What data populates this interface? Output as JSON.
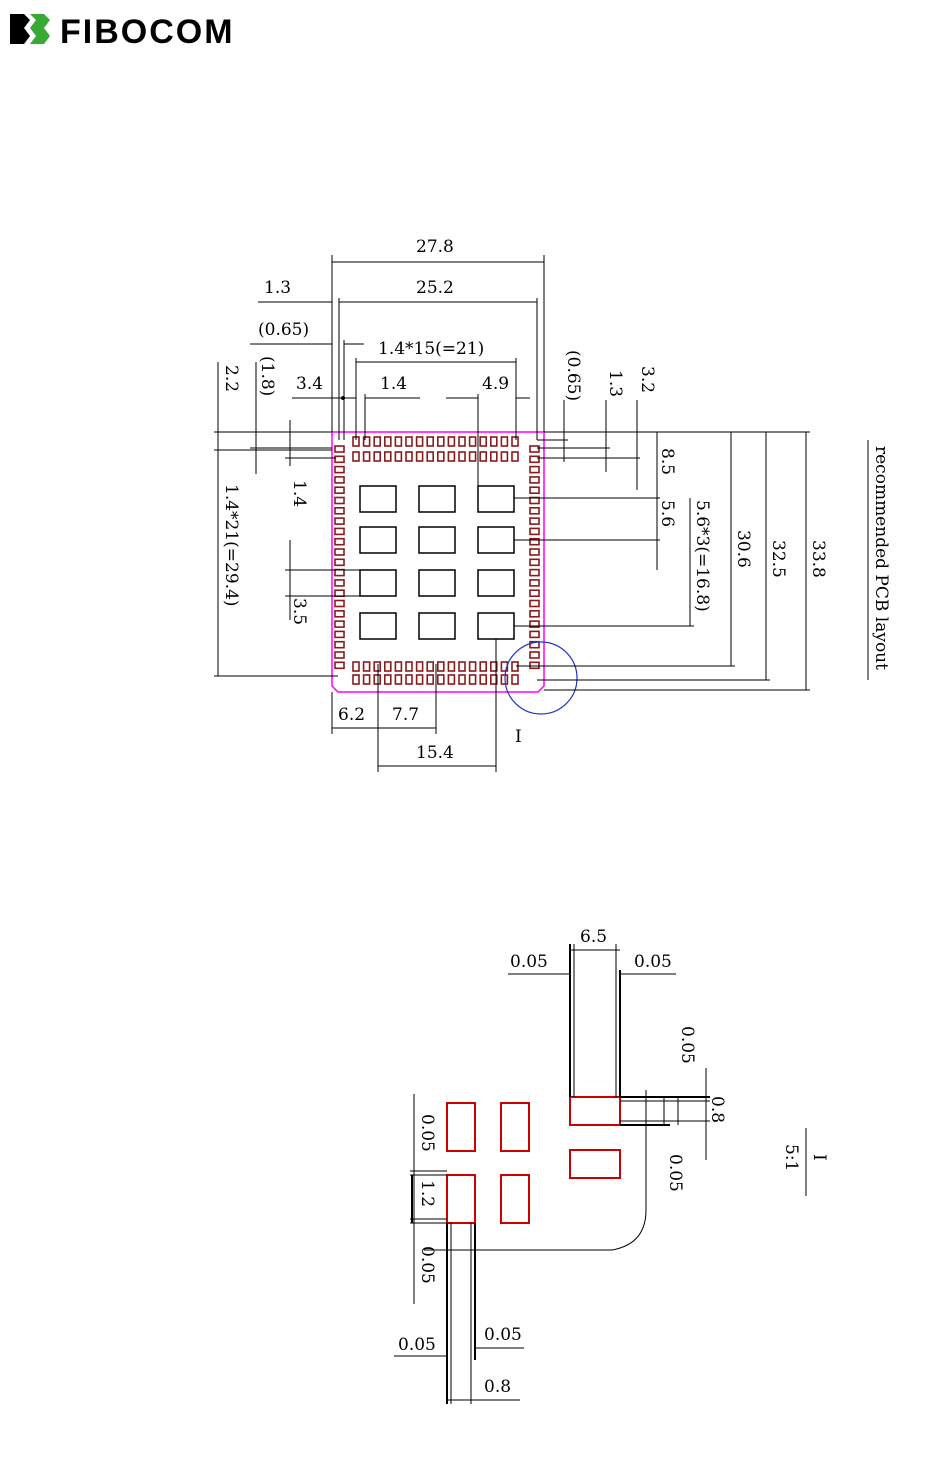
{
  "brand": {
    "name": "FIBOCOM",
    "accent": "#39a935"
  },
  "layout_title": "recommended PCB layout",
  "detail_label": "I",
  "detail_scale_name": "I",
  "detail_scale": "5:1",
  "main_dims": {
    "d27_8": "27.8",
    "d25_2": "25.2",
    "d1_3_top": "1.3",
    "d0_65_left": "(0.65)",
    "d1_4x15": "1.4*15(=21)",
    "d3_4": "3.4",
    "d1_4_top": "1.4",
    "d4_9": "4.9",
    "d2_2": "2.2",
    "d1_8": "(1.8)",
    "d1_4x21": "1.4*21(=29.4)",
    "d1_4_left": "1.4",
    "d3_5": "3.5",
    "d0_65_right": "(0.65)",
    "d1_3_right": "1.3",
    "d3_2": "3.2",
    "d8_5": "8.5",
    "d5_6": "5.6",
    "d5_6x3": "5.6*3(=16.8)",
    "d30_6": "30.6",
    "d32_5": "32.5",
    "d33_8": "33.8",
    "d6_2": "6.2",
    "d7_7": "7.7",
    "d15_4": "15.4"
  },
  "detail_dims": {
    "d6_5": "6.5",
    "d0_05_a": "0.05",
    "d0_05_b": "0.05",
    "d0_05_c": "0.05",
    "d0_8_right": "0.8",
    "d0_05_d": "0.05",
    "d0_05_e": "0.05",
    "d1_2": "1.2",
    "d0_05_f": "0.05",
    "d0_05_g": "0.05",
    "d0_05_h": "0.05",
    "d0_8_bottom": "0.8"
  },
  "colors": {
    "outline": "#ff00ff",
    "pad": "#8b1a1a",
    "circle": "#2233cc",
    "detail_pad": "#cc0000"
  }
}
